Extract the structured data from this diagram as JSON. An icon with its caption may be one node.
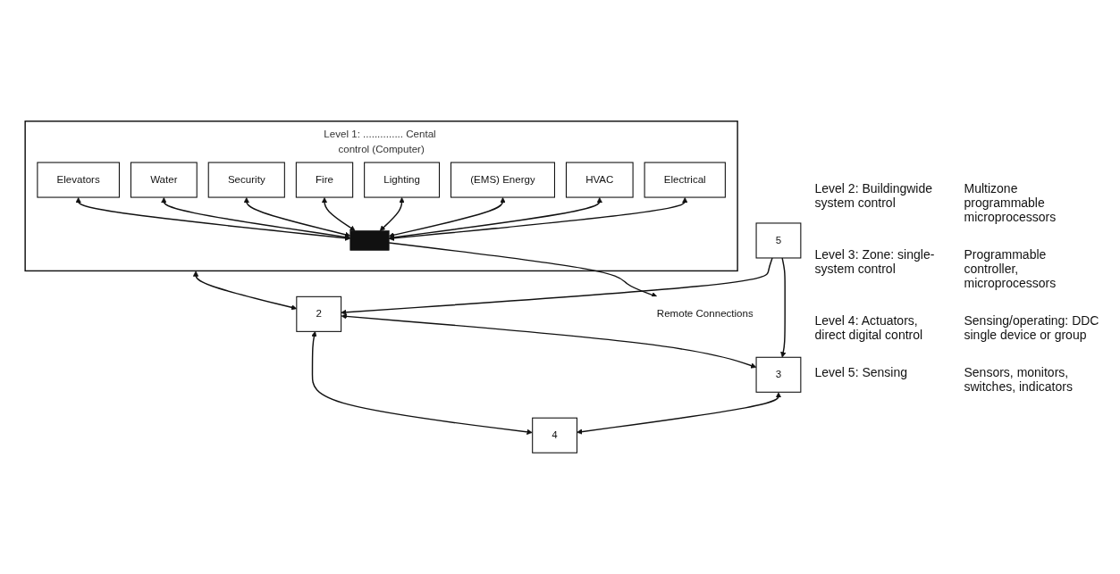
{
  "diagram": {
    "nodes": [
      {
        "text": [
          "Level 1: .............. Cental control (Computer)"
        ]
      },
      {
        "text": [
          "Electrical"
        ],
        "in": 0
      },
      {
        "text": [
          "HVAC"
        ],
        "in": 0
      },
      {
        "text": [
          "(EMS) Energy"
        ],
        "in": 0
      },
      {
        "text": [
          "Lighting"
        ],
        "in": 0
      },
      {
        "text": [
          "Fire"
        ],
        "in": 0
      },
      {
        "text": [
          "Security"
        ],
        "in": 0
      },
      {
        "text": [
          "Water"
        ],
        "in": 0
      },
      {
        "text": [
          "Elevators"
        ],
        "in": 0
      },
      {
        "text": [],
        "shape": "bar",
        "in": 0
      },
      {
        "text": [
          "Remote Connections"
        ]
      },
      {
        "text": [
          "2"
        ]
      },
      {
        "text": [
          "3"
        ]
      },
      {
        "text": [
          "4"
        ]
      },
      {
        "text": [
          "5"
        ]
      }
    ],
    "edges": [
      {
        "from": 1,
        "to": 9,
        "arrow": "both"
      },
      {
        "from": 2,
        "to": 9,
        "arrow": "both"
      },
      {
        "from": 3,
        "to": 9,
        "arrow": "both"
      },
      {
        "from": 4,
        "to": 9,
        "arrow": "both"
      },
      {
        "from": 5,
        "to": 9,
        "arrow": "both"
      },
      {
        "from": 6,
        "to": 9,
        "arrow": "both"
      },
      {
        "from": 7,
        "to": 9,
        "arrow": "both"
      },
      {
        "from": 8,
        "to": 9,
        "arrow": "both"
      },
      {
        "from": 9,
        "to": 10,
        "arrow": "to"
      },
      {
        "from": 0,
        "to": 11,
        "arrow": "both"
      },
      {
        "from": 11,
        "to": 12,
        "arrow": "both"
      },
      {
        "from": 12,
        "to": 13,
        "arrow": "both"
      },
      {
        "from": 13,
        "to": 11,
        "arrow": "both"
      },
      {
        "from": 14,
        "to": 12,
        "arrow": "to"
      },
      {
        "from": 14,
        "to": 11,
        "arrow": "to"
      }
    ],
    "labels": [
      "Level 2: Buildingwide system control",
      "Multizone programmable microprocessors",
      "Level 3: Zone: single-system control",
      "Programmable controller, microprocessors",
      "Level 4: Actuators, direct digital control",
      "Sensing/operating: DDC single device or group",
      "Level 5: Sensing",
      "Sensors, monitors, switches, indicators"
    ]
  }
}
